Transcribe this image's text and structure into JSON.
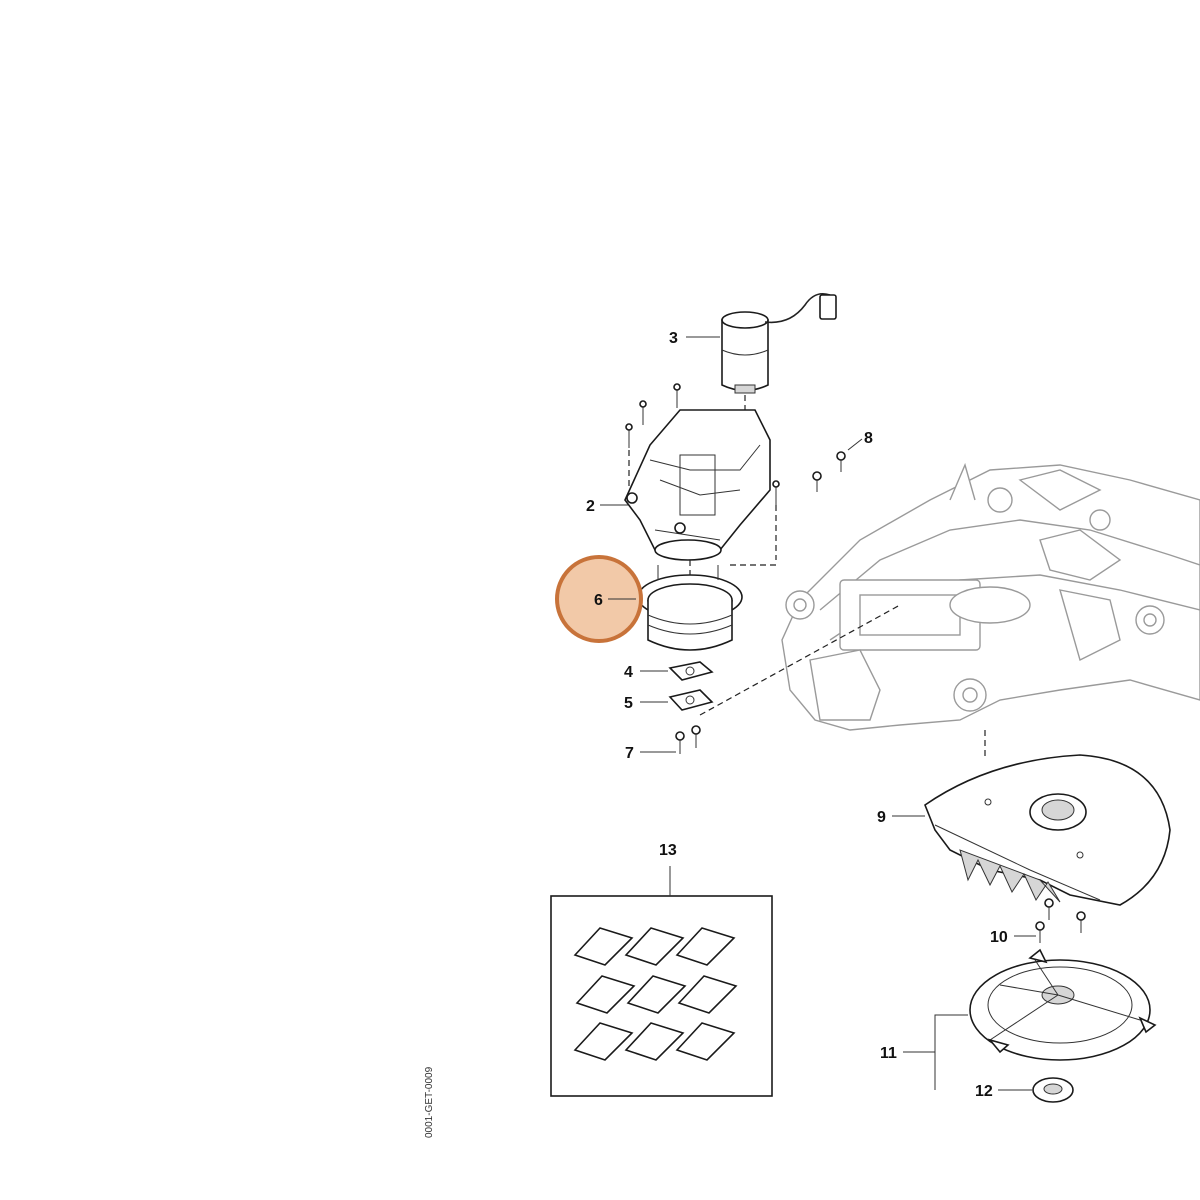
{
  "diagram": {
    "callouts": [
      {
        "id": "1",
        "label": "2"
      },
      {
        "id": "2",
        "label": "3"
      },
      {
        "id": "3",
        "label": "4"
      },
      {
        "id": "4",
        "label": "5"
      },
      {
        "id": "5",
        "label": "6"
      },
      {
        "id": "6",
        "label": "7"
      },
      {
        "id": "7",
        "label": "8"
      },
      {
        "id": "8",
        "label": "9"
      },
      {
        "id": "9",
        "label": "10"
      },
      {
        "id": "10",
        "label": "11"
      },
      {
        "id": "11",
        "label": "12"
      },
      {
        "id": "12",
        "label": "13"
      }
    ],
    "highlighted_callout": "6",
    "highlight_color": "#f2c9a8",
    "highlight_border_color": "#c8733a",
    "doc_id": "0001-GET-0009"
  }
}
